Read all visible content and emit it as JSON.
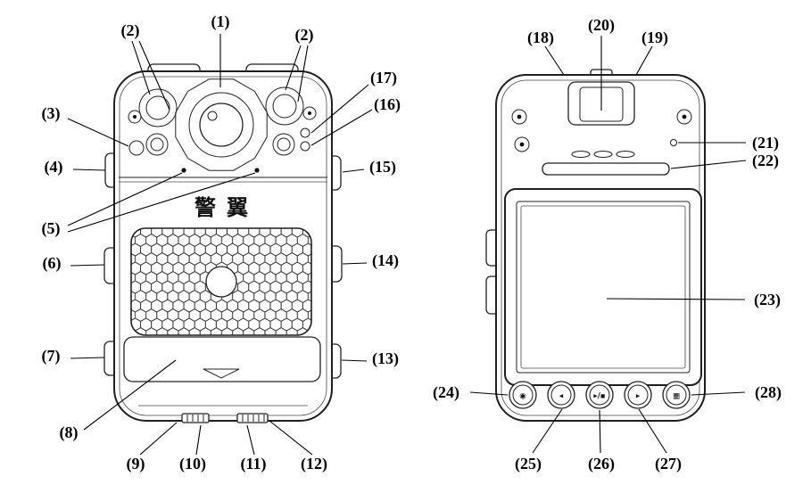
{
  "diagram": {
    "brand": "警翼",
    "labels": [
      "(1)",
      "(2)",
      "(2)",
      "(3)",
      "(4)",
      "(5)",
      "(6)",
      "(7)",
      "(8)",
      "(9)",
      "(10)",
      "(11)",
      "(12)",
      "(13)",
      "(14)",
      "(15)",
      "(16)",
      "(17)",
      "(18)",
      "(19)",
      "(20)",
      "(21)",
      "(22)",
      "(23)",
      "(24)",
      "(25)",
      "(26)",
      "(27)",
      "(28)"
    ],
    "buttons": [
      {
        "name": "photo-button",
        "glyph": "◉"
      },
      {
        "name": "prev-button",
        "glyph": "◂"
      },
      {
        "name": "record-button",
        "glyph": "▸/▪"
      },
      {
        "name": "next-button",
        "glyph": "▸"
      },
      {
        "name": "files-button",
        "glyph": "▦"
      }
    ]
  }
}
